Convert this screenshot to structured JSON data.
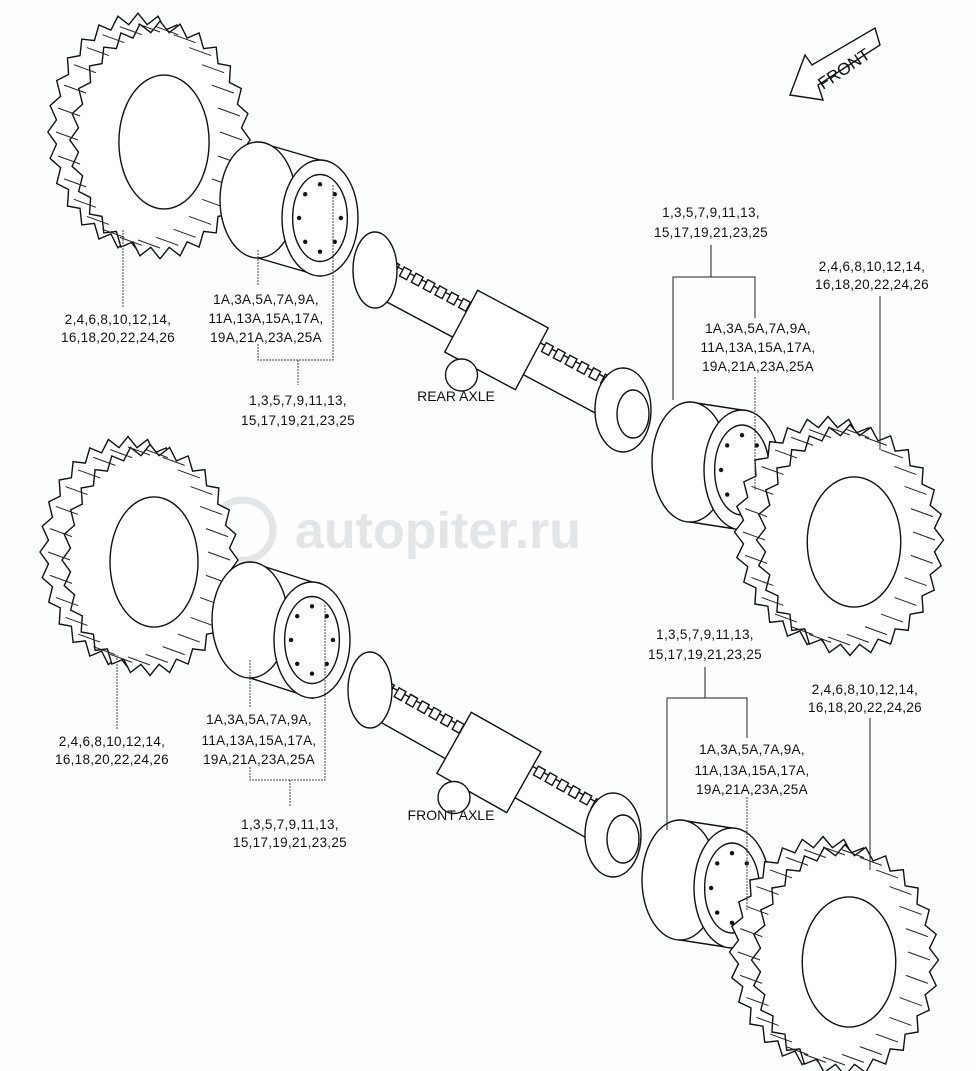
{
  "front_arrow": {
    "label": "FRONT"
  },
  "watermark": {
    "text": "autopiter.ru"
  },
  "rear_axle": {
    "title": "REAR AXLE",
    "left_tire_refs": [
      "2,4,6,8,10,12,14,",
      "16,18,20,22,24,26"
    ],
    "left_rim_refs": [
      "1A,3A,5A,7A,9A,",
      "11A,13A,15A,17A,",
      "19A,21A,23A,25A"
    ],
    "left_wheel_refs": [
      "1,3,5,7,9,11,13,",
      "15,17,19,21,23,25"
    ],
    "right_wheel_refs": [
      "1,3,5,7,9,11,13,",
      "15,17,19,21,23,25"
    ],
    "right_rim_refs": [
      "1A,3A,5A,7A,9A,",
      "11A,13A,15A,17A,",
      "19A,21A,23A,25A"
    ],
    "right_tire_refs": [
      "2,4,6,8,10,12,14,",
      "16,18,20,22,24,26"
    ]
  },
  "front_axle": {
    "title": "FRONT AXLE",
    "left_tire_refs": [
      "2,4,6,8,10,12,14,",
      "16,18,20,22,24,26"
    ],
    "left_rim_refs": [
      "1A,3A,5A,7A,9A,",
      "11A,13A,15A,17A,",
      "19A,21A,23A,25A"
    ],
    "left_wheel_refs": [
      "1,3,5,7,9,11,13,",
      "15,17,19,21,23,25"
    ],
    "right_wheel_refs": [
      "1,3,5,7,9,11,13,",
      "15,17,19,21,23,25"
    ],
    "right_rim_refs": [
      "1A,3A,5A,7A,9A,",
      "11A,13A,15A,17A,",
      "19A,21A,23A,25A"
    ],
    "right_tire_refs": [
      "2,4,6,8,10,12,14,",
      "16,18,20,22,24,26"
    ]
  }
}
